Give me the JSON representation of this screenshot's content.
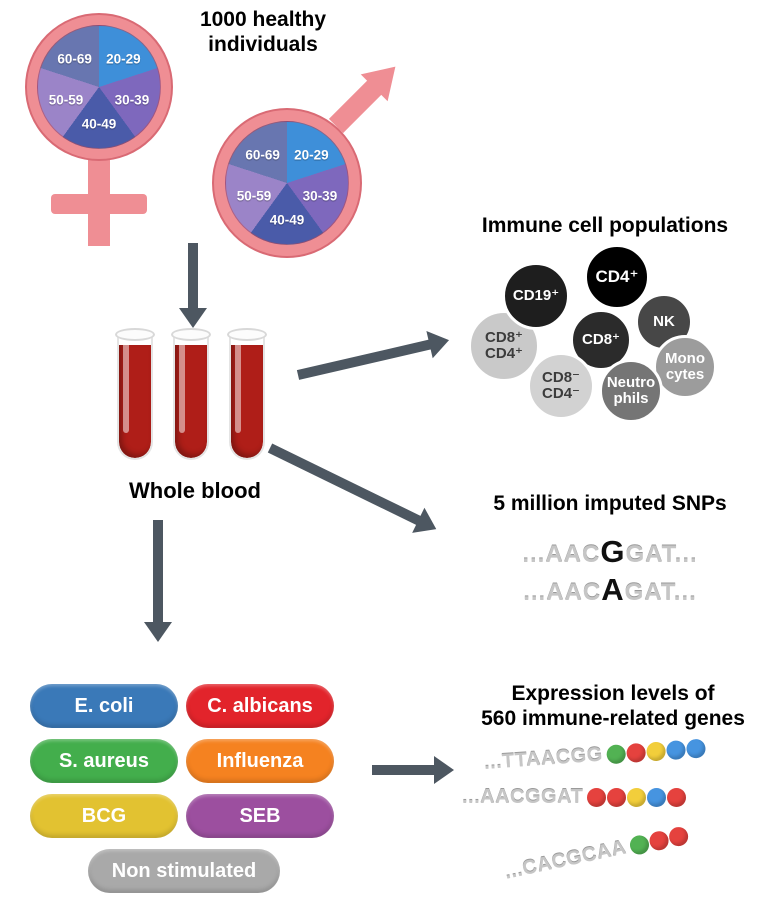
{
  "palette": {
    "pink": "#EF8E94",
    "pink_border": "#D96A74",
    "arrow": "#4D5761",
    "ghost_text": "#C6C6C6",
    "blood_red": "#AF1E18"
  },
  "header": {
    "title_line1": "1000 healthy",
    "title_line2": "individuals"
  },
  "age_pie": {
    "slices": [
      {
        "label": "20-29",
        "deg": 72,
        "color": "#3E8FD9"
      },
      {
        "label": "30-39",
        "deg": 72,
        "color": "#7E68BD"
      },
      {
        "label": "40-49",
        "deg": 72,
        "color": "#4A5BA9"
      },
      {
        "label": "50-59",
        "deg": 72,
        "color": "#9B84C8"
      },
      {
        "label": "60-69",
        "deg": 72,
        "color": "#6876B0"
      }
    ]
  },
  "blood": {
    "label": "Whole blood"
  },
  "cells": {
    "heading": "Immune cell populations",
    "items": [
      {
        "line1": "CD19⁺",
        "color": "#1E1E1E",
        "text_color": "#FFFFFF"
      },
      {
        "line1": "CD4⁺",
        "color": "#000000",
        "text_color": "#FFFFFF"
      },
      {
        "line1": "NK",
        "color": "#474747",
        "text_color": "#FFFFFF"
      },
      {
        "line1": "CD8⁺",
        "color": "#2B2B2B",
        "text_color": "#FFFFFF"
      },
      {
        "line1": "CD8⁺",
        "line2": "CD4⁺",
        "color": "#C9C9C9",
        "text_color": "#3C3C3C"
      },
      {
        "line1": "Mono",
        "line2": "cytes",
        "color": "#9C9C9C",
        "text_color": "#FFFFFF"
      },
      {
        "line1": "CD8⁻",
        "line2": "CD4⁻",
        "color": "#D2D2D2",
        "text_color": "#3C3C3C"
      },
      {
        "line1": "Neutro",
        "line2": "phils",
        "color": "#757575",
        "text_color": "#FFFFFF"
      }
    ]
  },
  "snps": {
    "heading": "5 million imputed SNPs",
    "rows": [
      {
        "pre": "...AAC",
        "highlight": "G",
        "post": "GAT..."
      },
      {
        "pre": "...AAC",
        "highlight": "A",
        "post": "GAT..."
      }
    ]
  },
  "stimuli": {
    "items": [
      {
        "label": "E. coli",
        "color": "#3A79B8"
      },
      {
        "label": "C. albicans",
        "color": "#E2242B"
      },
      {
        "label": "S. aureus",
        "color": "#43AE4C"
      },
      {
        "label": "Influenza",
        "color": "#F58220"
      },
      {
        "label": "BCG",
        "color": "#E2C231"
      },
      {
        "label": "SEB",
        "color": "#9C4F9F"
      },
      {
        "label": "Non stimulated",
        "color": "#A9A9A9"
      }
    ]
  },
  "expression": {
    "heading_line1": "Expression levels of",
    "heading_line2": "560 immune-related genes",
    "rows": [
      {
        "seq": "...TTAACGG",
        "beads": [
          "green",
          "red",
          "yellow",
          "blue",
          "blue"
        ]
      },
      {
        "seq": "...AACGGAT",
        "beads": [
          "red",
          "red",
          "yellow",
          "blue",
          "red"
        ]
      },
      {
        "seq": "...CACGCAA",
        "beads": [
          "green",
          "red",
          "red"
        ]
      }
    ]
  },
  "bead_colors": {
    "green": "#52B253",
    "red": "#E5423E",
    "yellow": "#F2CE3B",
    "blue": "#4694E0"
  }
}
